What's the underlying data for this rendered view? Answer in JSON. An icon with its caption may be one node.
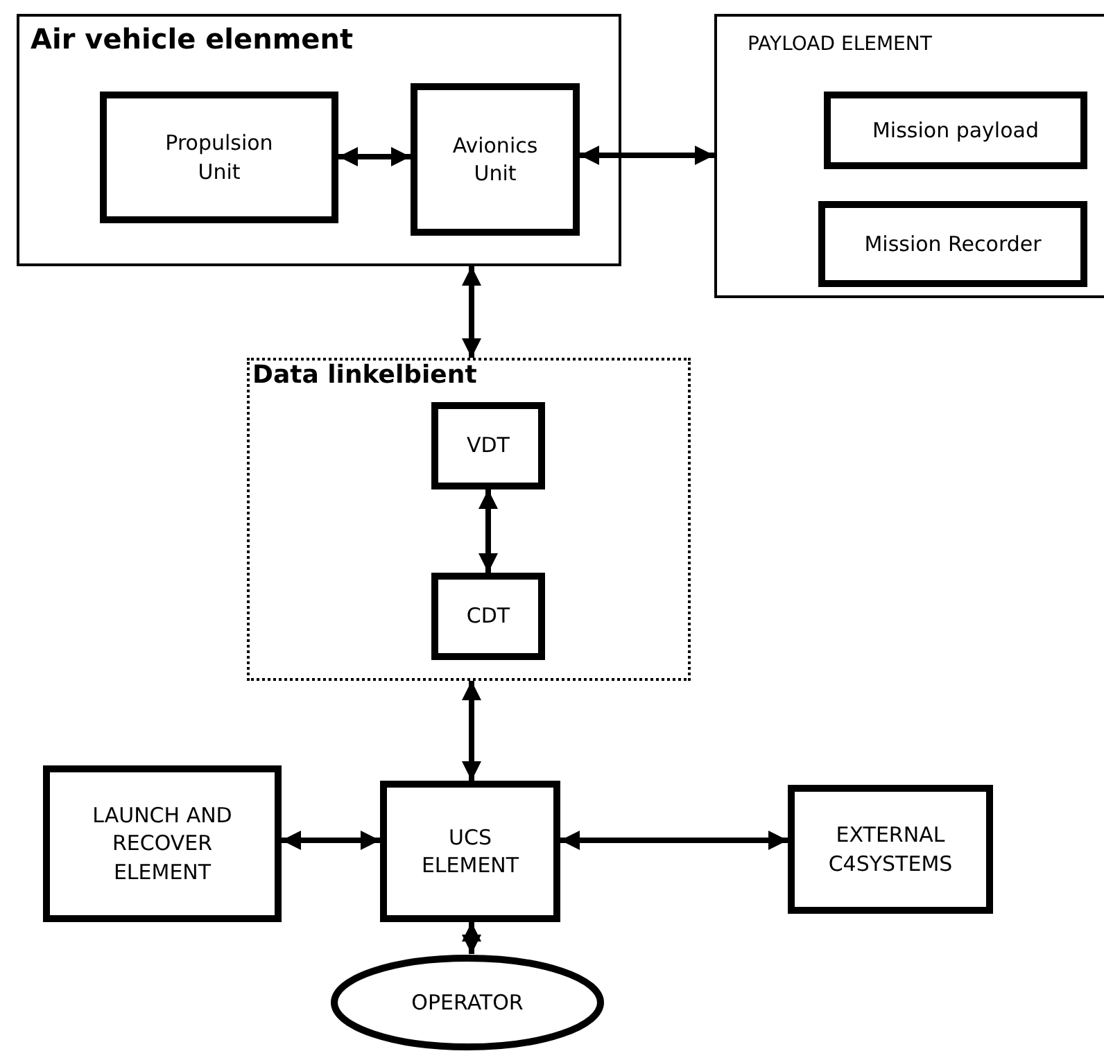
{
  "diagram": {
    "nodes": [
      {
        "text": [
          "Air vehicle elenment"
        ]
      },
      {
        "text": [
          "Propulsion Unit"
        ],
        "in": 0
      },
      {
        "text": [
          "Avionics Unit"
        ],
        "in": 0
      },
      {
        "text": [
          "PAYLOAD ELEMENT"
        ]
      },
      {
        "text": [
          "Mission payload"
        ],
        "in": 3
      },
      {
        "text": [
          "Mission Recorder"
        ],
        "in": 3
      },
      {
        "text": [
          "Data linkelbient"
        ]
      },
      {
        "text": [
          "VDT"
        ],
        "in": 6
      },
      {
        "text": [
          "CDT"
        ],
        "in": 6
      },
      {
        "text": [
          "LAUNCH AND RECOVER ELEMENT"
        ]
      },
      {
        "text": [
          "UCS ELEMENT"
        ]
      },
      {
        "text": [
          "EXTERNAL C4SYSTEMS"
        ]
      },
      {
        "text": [
          "OPERATOR"
        ]
      }
    ],
    "edges": [
      {
        "from": 1,
        "to": 2,
        "arrow": "both"
      },
      {
        "from": 2,
        "to": 3,
        "arrow": "both"
      },
      {
        "from": 0,
        "to": 6,
        "arrow": "both"
      },
      {
        "from": 7,
        "to": 8,
        "arrow": "both"
      },
      {
        "from": 6,
        "to": 10,
        "arrow": "both"
      },
      {
        "from": 9,
        "to": 10,
        "arrow": "both"
      },
      {
        "from": 10,
        "to": 11,
        "arrow": "both"
      },
      {
        "from": 10,
        "to": 12,
        "arrow": "both"
      }
    ]
  }
}
